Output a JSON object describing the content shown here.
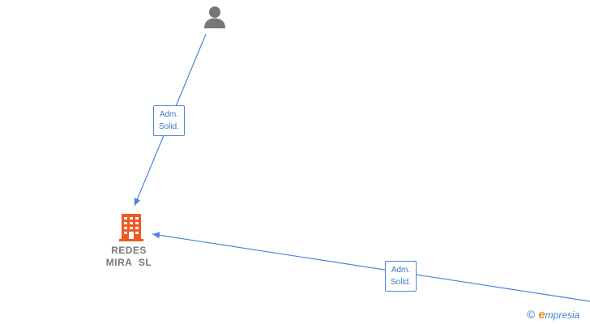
{
  "nodes": {
    "person": {
      "icon": "person-icon",
      "color": "#777777"
    },
    "company": {
      "icon": "building-icon",
      "color": "#ee5a24",
      "name_line1": "REDES",
      "name_line2": "MIRA  SL"
    }
  },
  "edges": [
    {
      "from": "person",
      "to": "company",
      "label_line1": "Adm.",
      "label_line2": "Solid."
    },
    {
      "from": "offscreen-right",
      "to": "company",
      "label_line1": "Adm.",
      "label_line2": "Solid."
    }
  ],
  "colors": {
    "edge": "#4a86d6",
    "label_text": "#3c78c8"
  },
  "watermark": {
    "copyright": "©",
    "brand_first": "e",
    "brand_rest": "mpresia"
  }
}
